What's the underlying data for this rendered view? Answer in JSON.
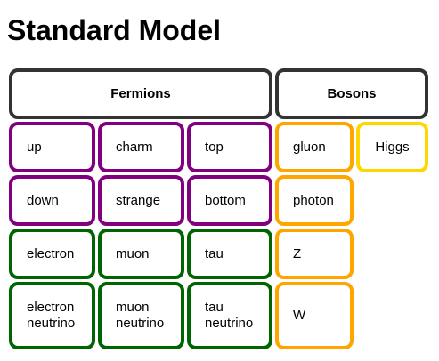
{
  "title": "Standard Model",
  "headers": {
    "fermions": "Fermions",
    "bosons": "Bosons"
  },
  "fermions": {
    "quarks_up_row": [
      "up",
      "charm",
      "top"
    ],
    "quarks_down_row": [
      "down",
      "strange",
      "bottom"
    ],
    "leptons_charged_row": [
      "electron",
      "muon",
      "tau"
    ],
    "leptons_neutrino_row": [
      "electron\nneutrino",
      "muon\nneutrino",
      "tau\nneutrino"
    ]
  },
  "bosons": {
    "gauge": [
      "gluon",
      "photon",
      "Z",
      "W"
    ],
    "scalar": "Higgs"
  },
  "colors": {
    "header_border": "#333333",
    "quark_border": "#800080",
    "lepton_border": "#006400",
    "gauge_boson_border": "#FFA500",
    "scalar_boson_border": "#FFD700"
  }
}
